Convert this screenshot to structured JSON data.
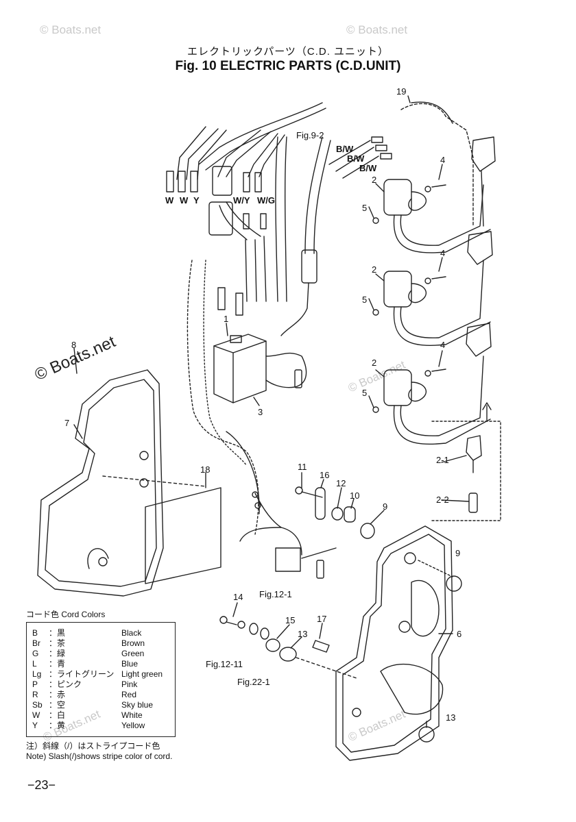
{
  "watermark_text": "© Boats.net",
  "title": {
    "jp": "エレクトリックパーツ（C.D. ユニット）",
    "en": "Fig. 10    ELECTRIC PARTS (C.D.UNIT)"
  },
  "callouts": {
    "n1": "1",
    "n2a": "2",
    "n2b": "2",
    "n2c": "2",
    "n2_1": "2-1",
    "n2_2": "2-2",
    "n3": "3",
    "n4a": "4",
    "n4b": "4",
    "n4c": "4",
    "n5a": "5",
    "n5b": "5",
    "n5c": "5",
    "n6": "6",
    "n7": "7",
    "n8": "8",
    "n9a": "9",
    "n9b": "9",
    "n10": "10",
    "n11": "11",
    "n12": "12",
    "n13a": "13",
    "n13b": "13",
    "n14": "14",
    "n15": "15",
    "n16": "16",
    "n17": "17",
    "n18": "18",
    "n19": "19"
  },
  "fig_refs": {
    "fig9_2": "Fig.9-2",
    "fig12_1": "Fig.12-1",
    "fig12_11": "Fig.12-11",
    "fig22_1": "Fig.22-1"
  },
  "wire_labels": {
    "w1": "W",
    "w2": "W",
    "y": "Y",
    "wy": "W/Y",
    "wg": "W/G",
    "bw1": "B/W",
    "bw2": "B/W",
    "bw3": "B/W"
  },
  "legend": {
    "header": "コード色  Cord Colors",
    "rows": [
      {
        "code": "B",
        "jp": "：黒",
        "en": "Black"
      },
      {
        "code": "Br",
        "jp": "：茶",
        "en": "Brown"
      },
      {
        "code": "G",
        "jp": "：緑",
        "en": "Green"
      },
      {
        "code": "L",
        "jp": "：青",
        "en": "Blue"
      },
      {
        "code": "Lg",
        "jp": "：ライトグリーン",
        "en": "Light green"
      },
      {
        "code": "P",
        "jp": "：ピンク",
        "en": "Pink"
      },
      {
        "code": "R",
        "jp": "：赤",
        "en": "Red"
      },
      {
        "code": "Sb",
        "jp": "：空",
        "en": "Sky blue"
      },
      {
        "code": "W",
        "jp": "：白",
        "en": "White"
      },
      {
        "code": "Y",
        "jp": "：黄",
        "en": "Yellow"
      }
    ],
    "note_jp": "注）斜線（/）はストライプコード色",
    "note_en": "Note) Slash(/)shows stripe color of cord."
  },
  "page_number": "−23−"
}
